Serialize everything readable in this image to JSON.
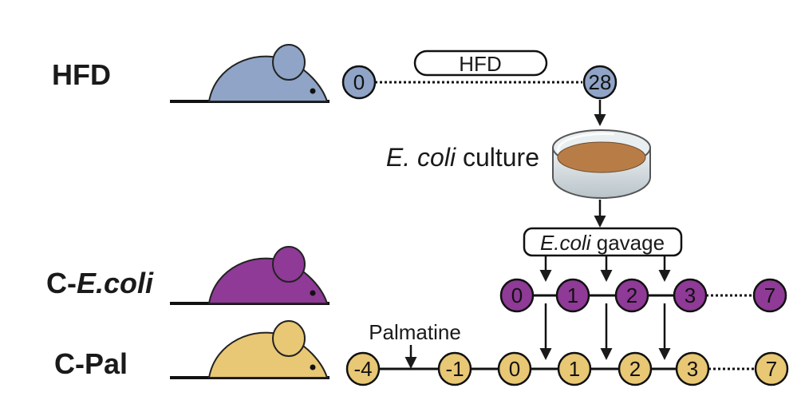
{
  "groups": {
    "hfd": {
      "label": "HFD",
      "color": "#8fa4c6"
    },
    "ecoli": {
      "label_prefix": "C-",
      "label_italic": "E.coli",
      "color": "#8e3a96"
    },
    "pal": {
      "label": "C-Pal",
      "color": "#e8c775"
    }
  },
  "hfd_timeline": {
    "period_label": "HFD",
    "start_day": "0",
    "end_day": "28"
  },
  "culture": {
    "label_italic": "E. coli",
    "label_rest": " culture",
    "dish_fill": "#b87d47"
  },
  "gavage": {
    "label_italic": "E.coli",
    "label_rest": " gavage"
  },
  "ecoli_timeline": {
    "days": [
      "0",
      "1",
      "2",
      "3"
    ],
    "last_day": "7"
  },
  "pal_timeline": {
    "days": [
      "-4",
      "-1",
      "0",
      "1",
      "2",
      "3"
    ],
    "last_day": "7",
    "treatment_label": "Palmatine"
  }
}
